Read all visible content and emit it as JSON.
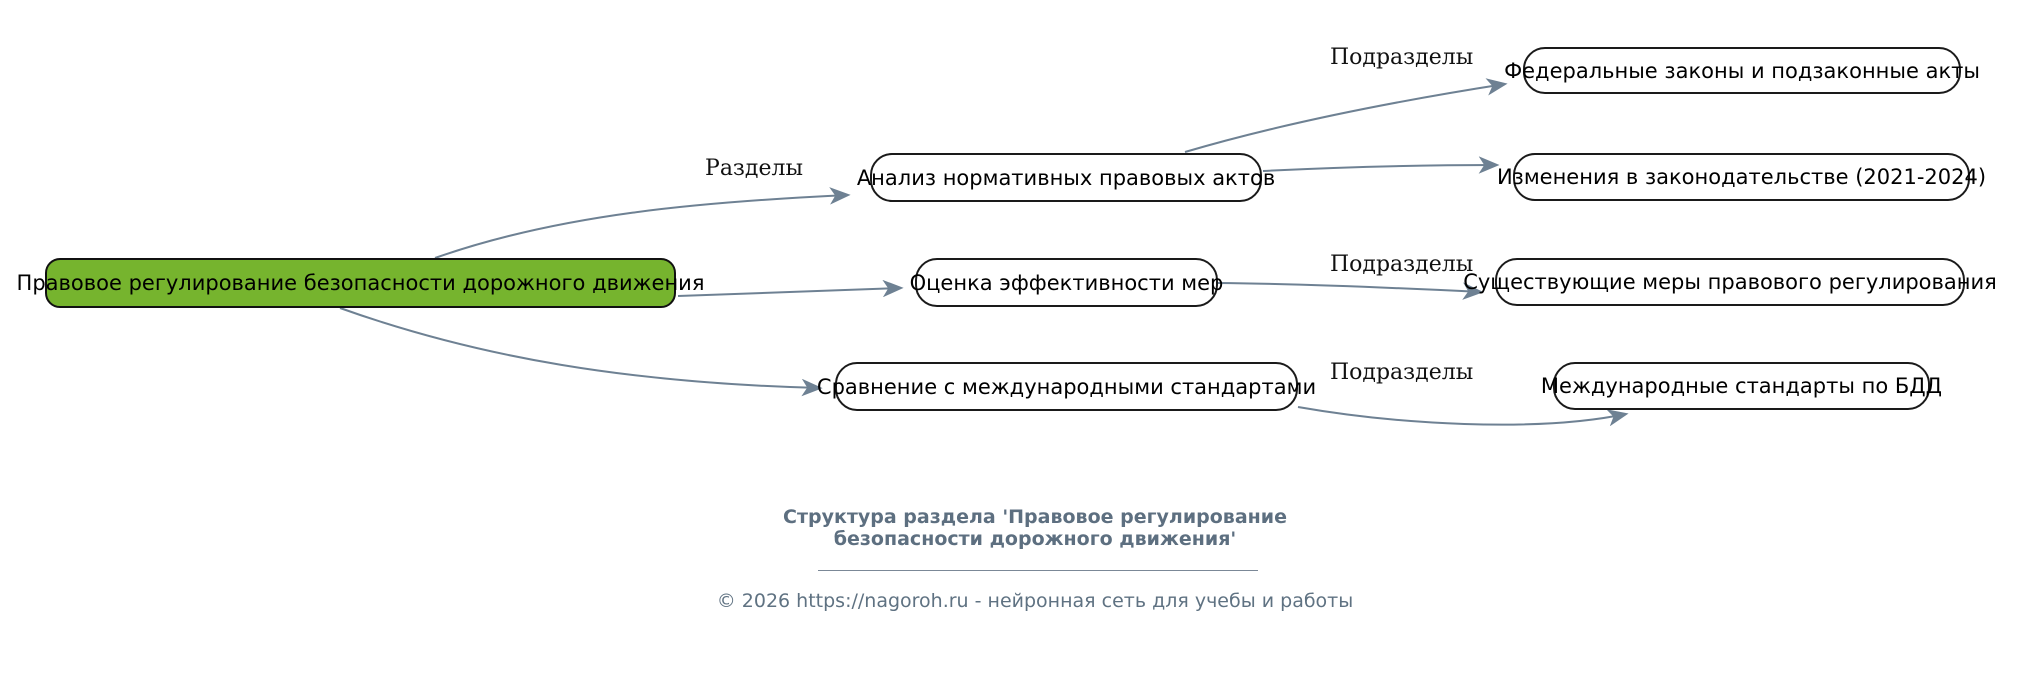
{
  "mindmap": {
    "root": {
      "label": "Правовое регулирование безопасности дорожного движения"
    },
    "labels": {
      "sections": "Разделы",
      "subsections_top": "Подразделы",
      "subsections_mid": "Подразделы",
      "subsections_bottom": "Подразделы"
    },
    "sections": [
      {
        "label": "Анализ нормативных правовых актов",
        "subsections": [
          {
            "label": "Федеральные законы и подзаконные акты"
          },
          {
            "label": "Изменения в законодательстве (2021-2024)"
          }
        ]
      },
      {
        "label": "Оценка эффективности мер",
        "subsections": [
          {
            "label": "Существующие меры правового регулирования"
          }
        ]
      },
      {
        "label": "Сравнение с международными стандартами",
        "subsections": [
          {
            "label": "Международные стандарты по БДД"
          }
        ]
      }
    ]
  },
  "caption": {
    "line1": "Структура раздела 'Правовое регулирование",
    "line2": "безопасности дорожного движения'"
  },
  "footer": {
    "text": "© 2026 https://nagoroh.ru - нейронная сеть для учебы и работы"
  },
  "colors": {
    "root_fill": "#76b42e",
    "node_border": "#1a1a1a",
    "edge": "#6e8193",
    "caption_text": "#5d6f80",
    "footer_text": "#5f7282"
  }
}
